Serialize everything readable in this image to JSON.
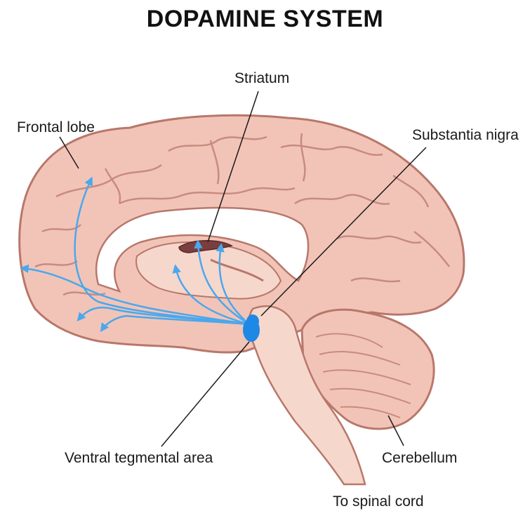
{
  "title": "DOPAMINE SYSTEM",
  "labels": {
    "striatum": "Striatum",
    "frontal_lobe": "Frontal lobe",
    "substantia_nigra": "Substantia nigra",
    "ventral_tegmental_area": "Ventral tegmental area",
    "cerebellum": "Cerebellum",
    "to_spinal_cord": "To spinal cord"
  },
  "colors": {
    "brain_fill": "#f2c4b8",
    "brain_stroke": "#b8776a",
    "inner_fill": "#f6d7cc",
    "corpus_white": "#ffffff",
    "dopamine_pathway": "#4aa8ec",
    "nucleus": "#1e88e5",
    "leader_line": "#1a1a1a"
  }
}
